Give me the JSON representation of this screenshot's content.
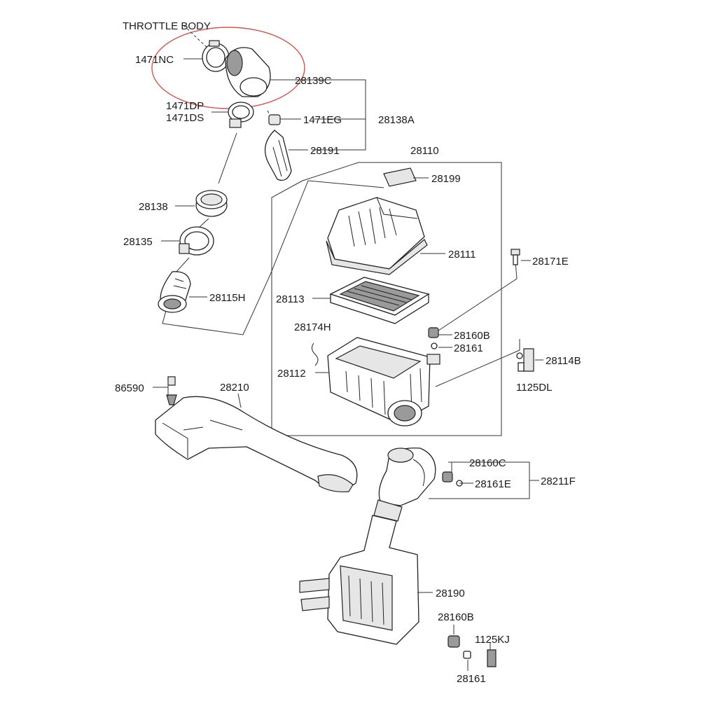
{
  "highlight_color": "#d9534f",
  "labels": {
    "throttle_body": "THROTTLE BODY",
    "p1471nc": "1471NC",
    "p28139c": "28139C",
    "p1471dp": "1471DP",
    "p1471ds": "1471DS",
    "p1471eg": "1471EG",
    "p28138a": "28138A",
    "p28191": "28191",
    "p28110": "28110",
    "p28199": "28199",
    "p28138": "28138",
    "p28135": "28135",
    "p28111": "28111",
    "p28171e": "28171E",
    "p28115h": "28115H",
    "p28113": "28113",
    "p28174h": "28174H",
    "p28160b_top": "28160B",
    "p28161_top": "28161",
    "p28114b": "28114B",
    "p28112": "28112",
    "p1125dl": "1125DL",
    "p86590": "86590",
    "p28210": "28210",
    "p28160c": "28160C",
    "p28161e": "28161E",
    "p28211f": "28211F",
    "p28190": "28190",
    "p28160b_bottom": "28160B",
    "p1125kj": "1125KJ",
    "p28161_bottom": "28161"
  }
}
